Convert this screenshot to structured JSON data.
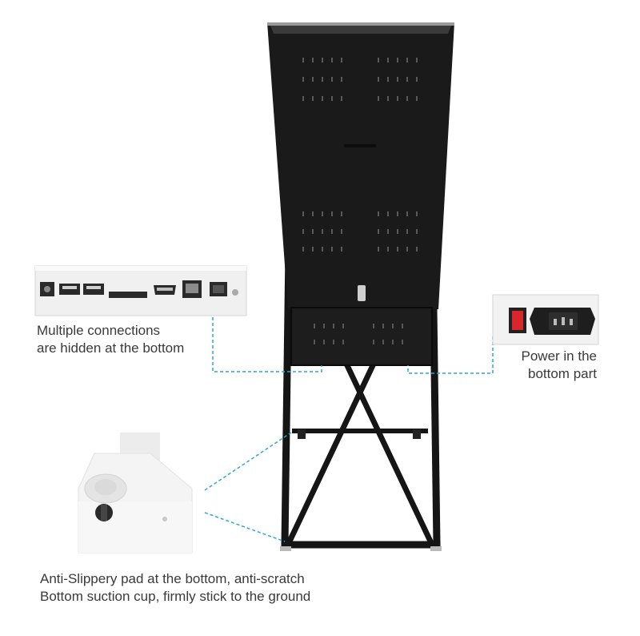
{
  "captions": {
    "connections": [
      "Multiple connections",
      "are hidden at the bottom"
    ],
    "power": [
      "Power in the",
      "bottom part"
    ],
    "pad": [
      "Anti-Slippery pad at the bottom, anti-scratch",
      "Bottom suction cup, firmly stick to the ground"
    ]
  },
  "colors": {
    "frame": "#141414",
    "panel": "#1c1c1c",
    "callout_line": "#29a8d8",
    "insert_bg": "#f2f2f2",
    "power_switch": "#d8262b"
  },
  "icons": [
    "usb-port-icon",
    "hdmi-port-icon",
    "ethernet-port-icon",
    "power-socket-icon",
    "rocker-switch-icon",
    "suction-cup-icon"
  ]
}
